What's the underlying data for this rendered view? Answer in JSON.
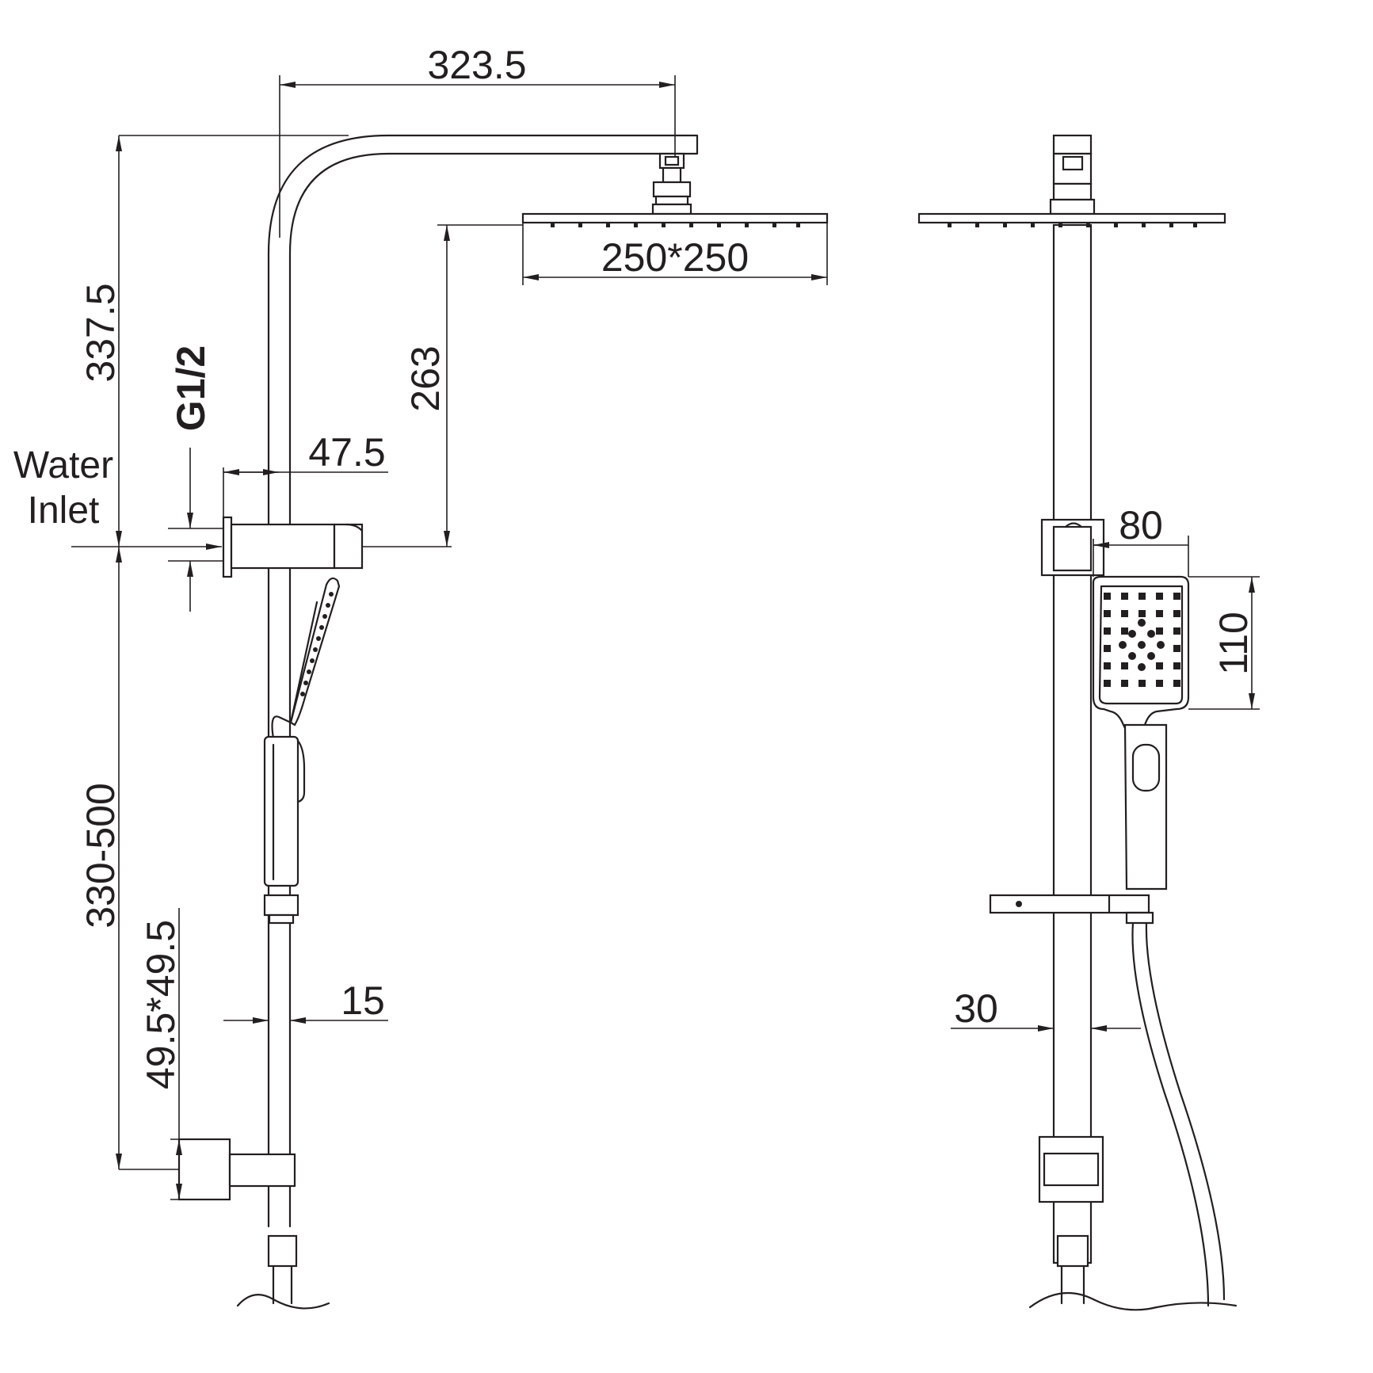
{
  "dimensions": {
    "arm_reach": "323.5",
    "head_size": "250*250",
    "total_height_top": "337.5",
    "thread": "G1/2",
    "head_drop": "263",
    "inlet_offset": "47.5",
    "slide_range": "330-500",
    "bracket_size": "49.5*49.5",
    "rail_diameter": "15",
    "handset_width": "80",
    "handset_length": "110",
    "rail_depth": "30"
  },
  "labels": {
    "water": "Water",
    "inlet": "Inlet"
  }
}
